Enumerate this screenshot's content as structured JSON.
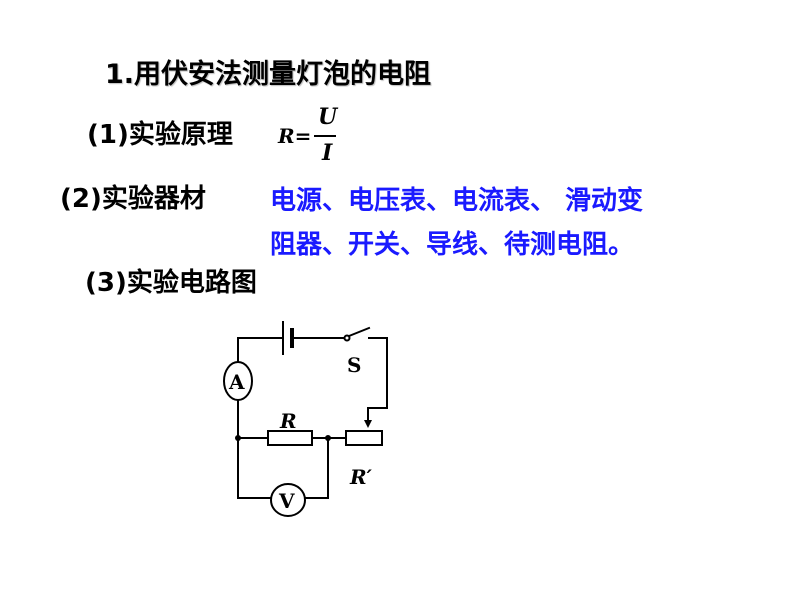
{
  "slide": {
    "title": "1.用伏安法测量灯泡的电阻",
    "items": [
      {
        "label": "(1)实验原理"
      },
      {
        "label": "(2)实验器材",
        "lines": [
          "电源、电压表、电流表、 滑动变",
          "阻器、开关、导线、待测电阻。"
        ]
      },
      {
        "label": "(3)实验电路图"
      }
    ],
    "formula": {
      "lhs": "R=",
      "numerator": "U",
      "denominator": "I"
    },
    "circuit": {
      "ammeter": "A",
      "voltmeter": "V",
      "switch": "S",
      "resistor": "R",
      "rheostat": "R′"
    },
    "colors": {
      "text": "#000000",
      "equipment": "#1a1aff"
    }
  }
}
